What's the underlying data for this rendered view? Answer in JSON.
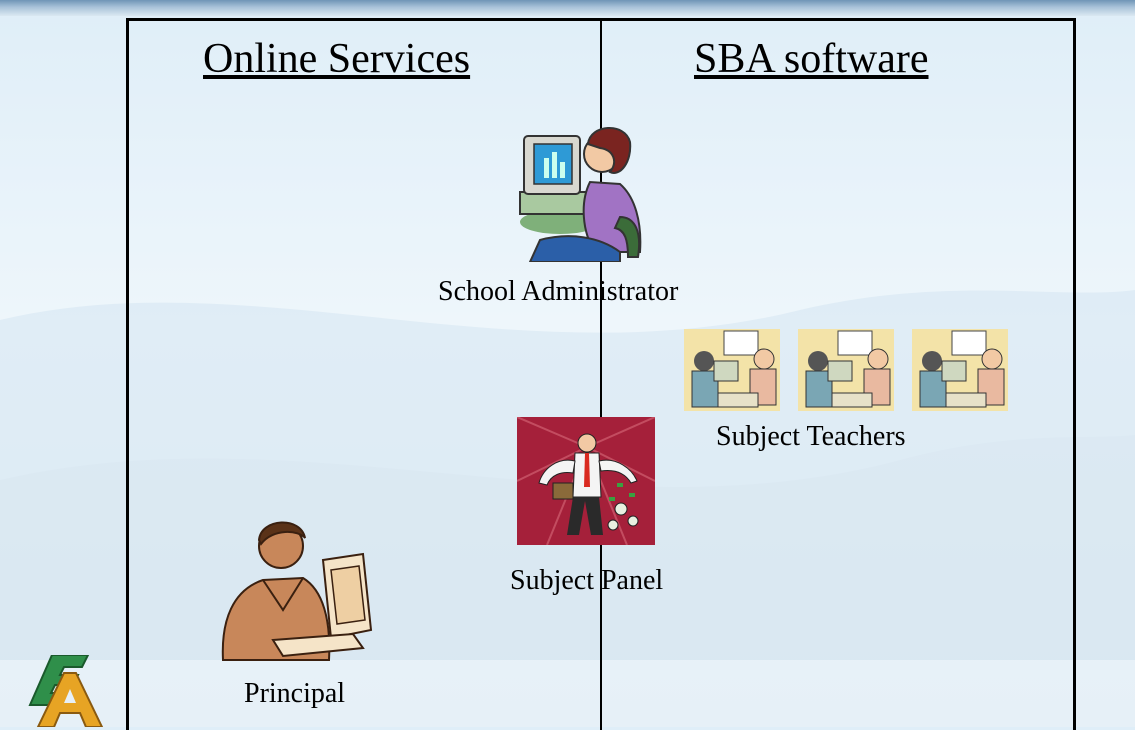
{
  "headings": {
    "left": "Online Services",
    "right": "SBA software"
  },
  "roles": {
    "school_administrator": "School Administrator",
    "subject_teachers": "Subject Teachers",
    "subject_panel": "Subject Panel",
    "principal": "Principal"
  },
  "icons": {
    "school_administrator": "woman-at-computer-icon",
    "subject_teachers": "teachers-meeting-icon",
    "subject_panel": "businessman-throwing-money-icon",
    "principal": "man-at-computer-icon",
    "logo": "ea-logo"
  },
  "colors": {
    "background": "#e6f0f7",
    "frame": "#000000",
    "topbar": "#6f95b6"
  }
}
